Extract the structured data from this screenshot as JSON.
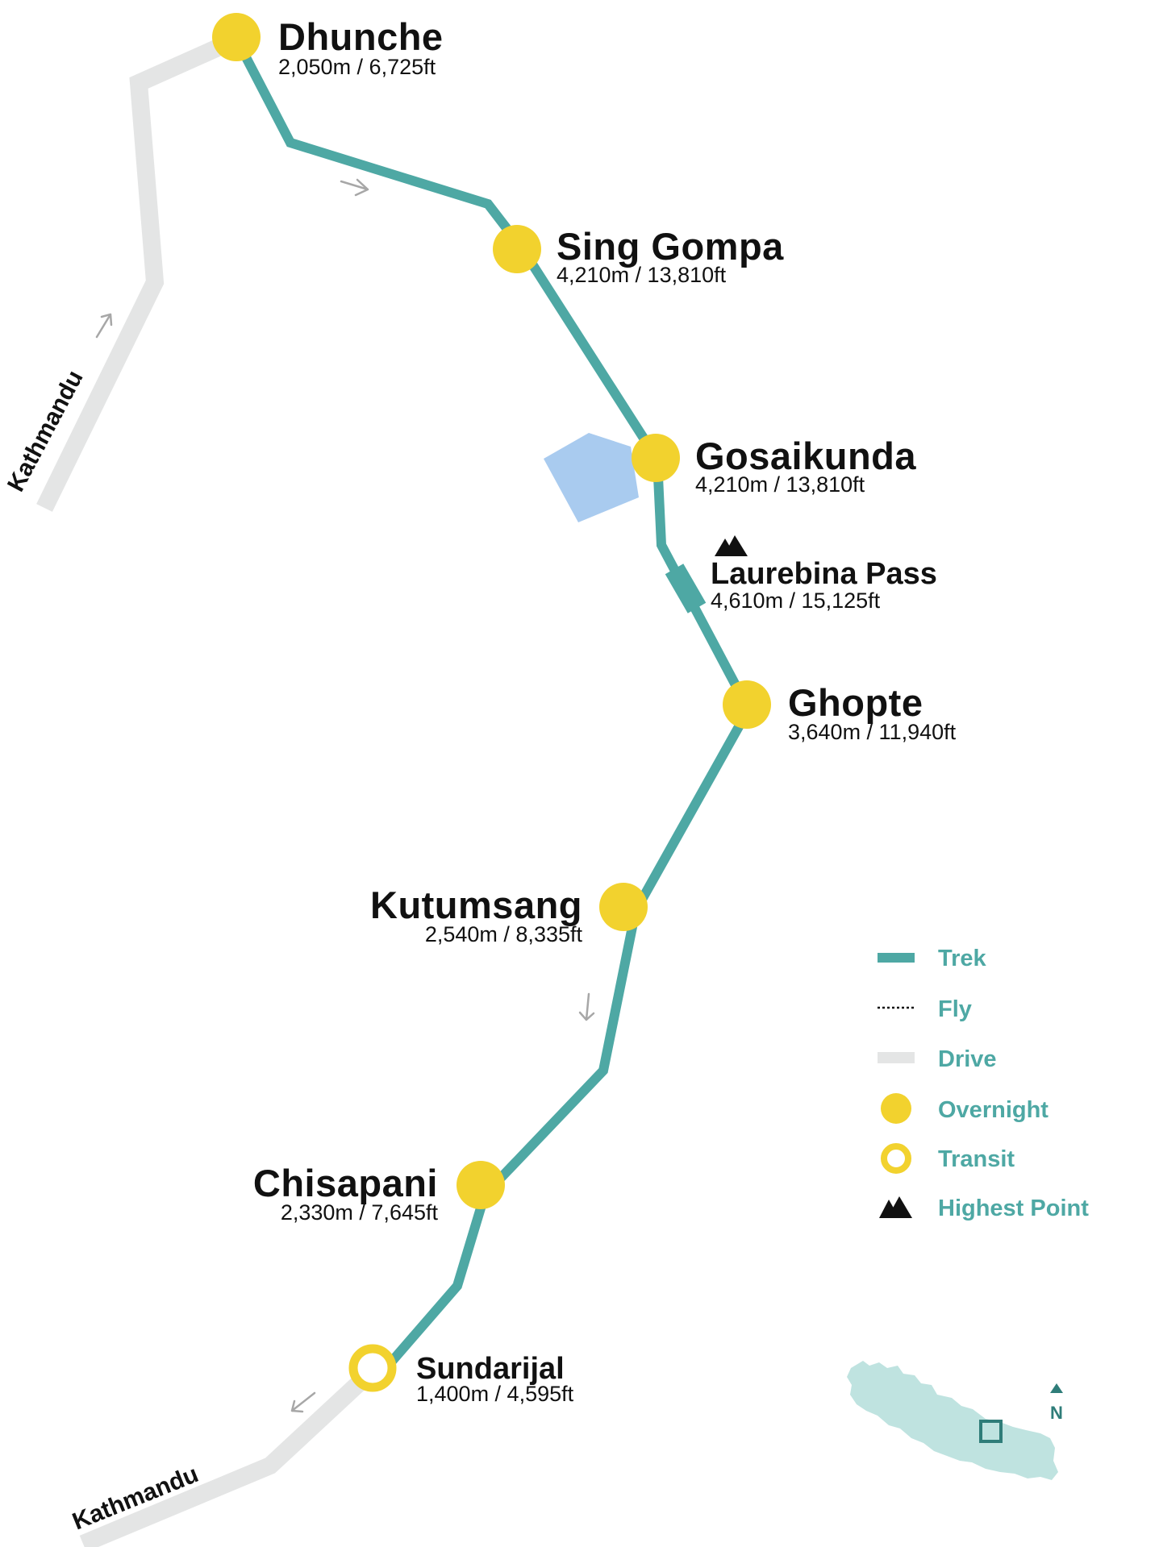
{
  "colors": {
    "trek": "#4ea8a4",
    "drive": "#e4e5e5",
    "overnight": "#f2d22e",
    "lake": "#a9cbef",
    "text": "#111111",
    "legend_text": "#4ea8a4",
    "nepal_fill": "#bfe3e0",
    "arrow": "#a7a7a7"
  },
  "stops": [
    {
      "name": "Dhunche",
      "elevation": "2,050m / 6,725ft",
      "type": "overnight"
    },
    {
      "name": "Sing Gompa",
      "elevation": "4,210m / 13,810ft",
      "type": "overnight"
    },
    {
      "name": "Gosaikunda",
      "elevation": "4,210m / 13,810ft",
      "type": "overnight"
    },
    {
      "name": "Laurebina Pass",
      "elevation": "4,610m / 15,125ft",
      "type": "highest-point"
    },
    {
      "name": "Ghopte",
      "elevation": "3,640m / 11,940ft",
      "type": "overnight"
    },
    {
      "name": "Kutumsang",
      "elevation": "2,540m / 8,335ft",
      "type": "overnight"
    },
    {
      "name": "Chisapani",
      "elevation": "2,330m / 7,645ft",
      "type": "overnight"
    },
    {
      "name": "Sundarijal",
      "elevation": "1,400m / 4,595ft",
      "type": "transit"
    }
  ],
  "drives": [
    {
      "label": "Kathmandu"
    },
    {
      "label": "Kathmandu"
    }
  ],
  "legend": [
    {
      "label": "Trek",
      "icon": "trek-line-icon"
    },
    {
      "label": "Fly",
      "icon": "fly-dotted-line-icon"
    },
    {
      "label": "Drive",
      "icon": "drive-line-icon"
    },
    {
      "label": "Overnight",
      "icon": "overnight-dot-icon"
    },
    {
      "label": "Transit",
      "icon": "transit-ring-icon"
    },
    {
      "label": "Highest Point",
      "icon": "mountain-icon"
    }
  ],
  "inset": {
    "north_label": "N"
  }
}
